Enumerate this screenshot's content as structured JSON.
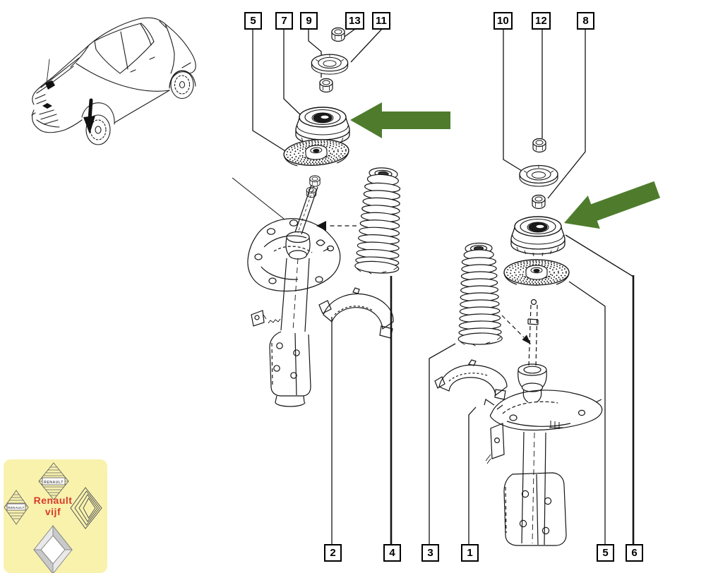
{
  "page": {
    "background": "#ffffff",
    "line_color": "#151515"
  },
  "callouts": {
    "top_left": [
      {
        "label": "5"
      },
      {
        "label": "7"
      },
      {
        "label": "9"
      },
      {
        "label": "13"
      },
      {
        "label": "11"
      }
    ],
    "top_right": [
      {
        "label": "10"
      },
      {
        "label": "12"
      },
      {
        "label": "8"
      }
    ],
    "bottom_left": [
      {
        "label": "2"
      },
      {
        "label": "4"
      }
    ],
    "bottom_right": [
      {
        "label": "3"
      },
      {
        "label": "1"
      },
      {
        "label": "5"
      },
      {
        "label": "6"
      }
    ]
  },
  "highlight": {
    "arrow_color": "#4e7c2c"
  },
  "logo": {
    "background": "#f8f2ad",
    "text_color": "#d93a2b",
    "line1": "Renault",
    "line2": "vijf",
    "banner_text": "RENAULT"
  }
}
